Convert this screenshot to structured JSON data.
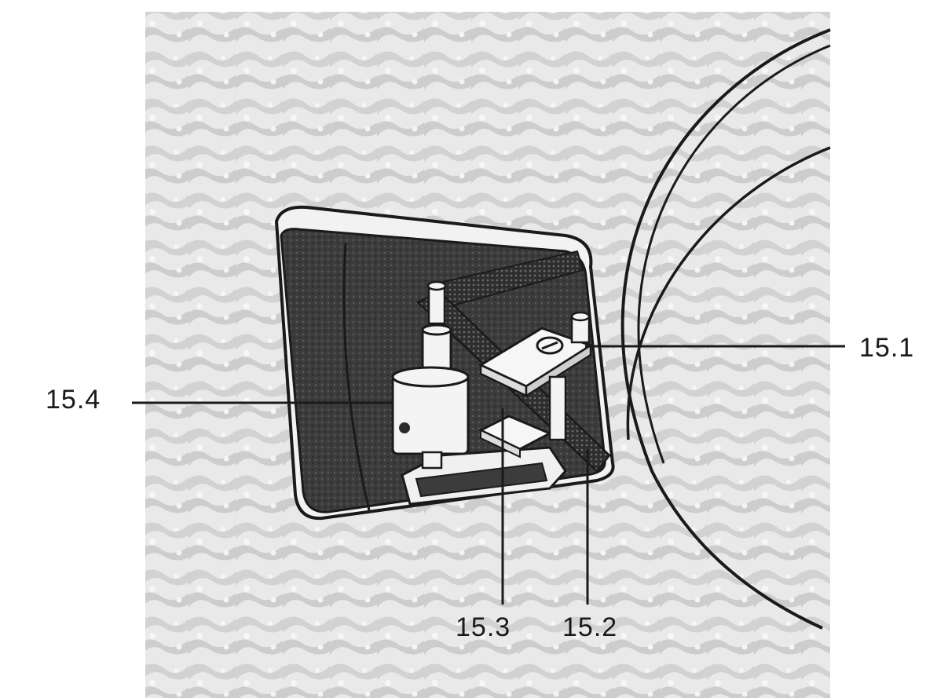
{
  "callouts": [
    {
      "id": "15.1",
      "label": "15.1"
    },
    {
      "id": "15.2",
      "label": "15.2"
    },
    {
      "id": "15.3",
      "label": "15.3"
    },
    {
      "id": "15.4",
      "label": "15.4"
    }
  ],
  "colors": {
    "background": "#ffffff",
    "speckle_light": "#e9e9e9",
    "speckle_dark": "#c9c9c9",
    "housing_dark": "#3c3c3c",
    "line": "#1a1a1a",
    "part_fill": "#f4f4f4"
  }
}
